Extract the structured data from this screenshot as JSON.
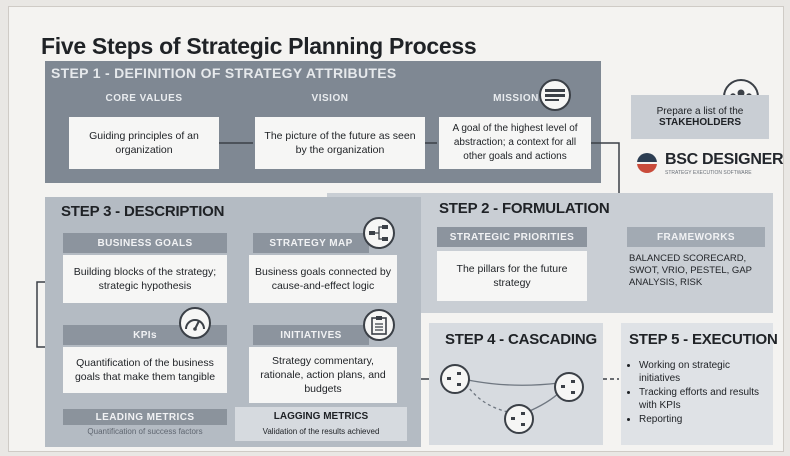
{
  "title": "Five Steps of Strategic Planning Process",
  "step1": {
    "heading": "STEP 1 - DEFINITION OF STRATEGY ATTRIBUTES",
    "core_values": {
      "label": "CORE VALUES",
      "text": "Guiding principles of an organization"
    },
    "vision": {
      "label": "VISION",
      "text": "The picture of the future as seen by the organization"
    },
    "mission": {
      "label": "MISSION",
      "text": "A goal of the highest level of abstraction; a context for all other goals and actions"
    }
  },
  "stakeholders": {
    "line1": "Prepare a list of the",
    "line2": "STAKEHOLDERS"
  },
  "logo": {
    "name": "BSC DESIGNER",
    "tagline": "STRATEGY EXECUTION SOFTWARE"
  },
  "frameworks": {
    "label": "FRAMEWORKS",
    "text": "BALANCED SCORECARD, SWOT, VRIO, PESTEL, GAP ANALYSIS, RISK"
  },
  "step2": {
    "heading": "STEP 2 - FORMULATION",
    "label": "STRATEGIC PRIORITIES",
    "text": "The pillars for the future strategy"
  },
  "step3": {
    "heading": "STEP 3 - DESCRIPTION",
    "business_goals": {
      "label": "BUSINESS GOALS",
      "text": "Building blocks of the strategy; strategic hypothesis"
    },
    "strategy_map": {
      "label": "STRATEGY MAP",
      "text": "Business goals connected by cause-and-effect logic"
    },
    "kpis": {
      "label": "KPIs",
      "text": "Quantification of the business goals that make them tangible"
    },
    "initiatives": {
      "label": "INITIATIVES",
      "text": "Strategy commentary, rationale, action plans, and budgets"
    },
    "leading_metrics": {
      "label": "LEADING METRICS",
      "text": "Quantification of success factors"
    },
    "lagging_metrics": {
      "label": "LAGGING METRICS",
      "text": "Validation of the results achieved"
    }
  },
  "step4": {
    "heading": "STEP 4 - CASCADING"
  },
  "step5": {
    "heading": "STEP 5 - EXECUTION",
    "items": [
      "Working on strategic initiatives",
      "Tracking efforts and results with KPIs",
      "Reporting"
    ]
  },
  "icons": [
    "people-icon",
    "network-icon",
    "gauge-icon",
    "clipboard-icon",
    "list-icon"
  ]
}
